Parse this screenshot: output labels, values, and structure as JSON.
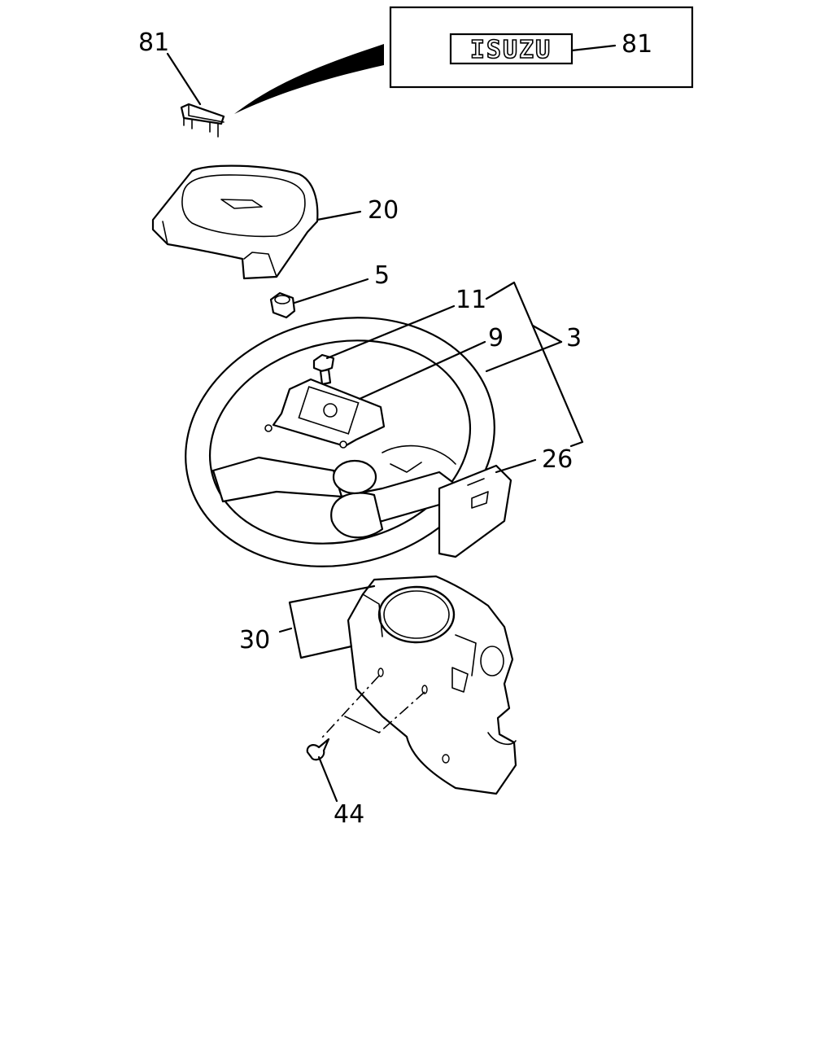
{
  "diagram": {
    "logo_text": "ISUZU",
    "callouts": {
      "c81a": "81",
      "c81b": "81",
      "c20": "20",
      "c5": "5",
      "c11": "11",
      "c9": "9",
      "c3": "3",
      "c26": "26",
      "c30": "30",
      "c44": "44"
    }
  }
}
